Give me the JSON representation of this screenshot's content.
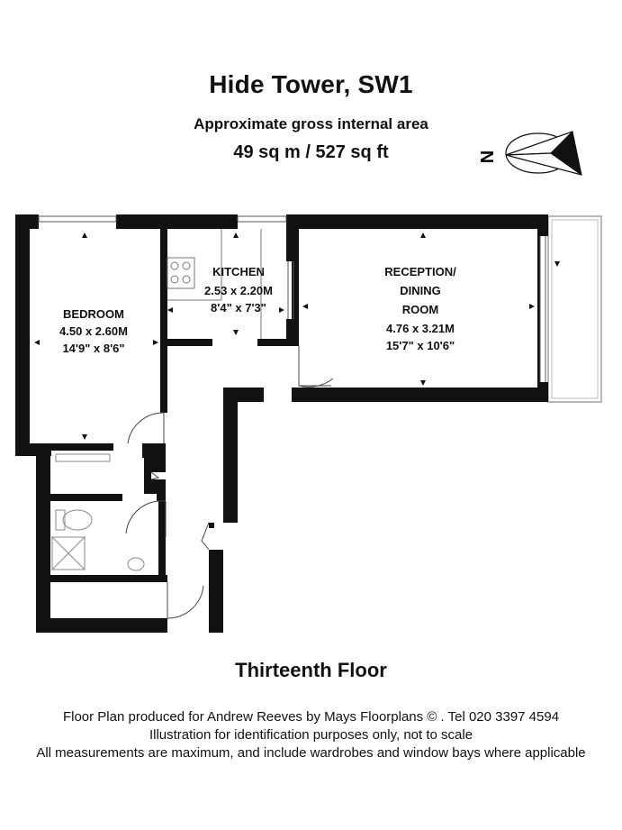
{
  "header": {
    "title": "Hide Tower, SW1",
    "subtitle": "Approximate gross internal area",
    "area": "49 sq m  /  527 sq ft"
  },
  "compass": {
    "label": "N",
    "icon": "north-compass-icon"
  },
  "rooms": {
    "bedroom": {
      "name": "BEDROOM",
      "metric": "4.50 x 2.60M",
      "imperial": "14'9\" x 8'6\""
    },
    "kitchen": {
      "name": "KITCHEN",
      "metric": "2.53 x 2.20M",
      "imperial": "8'4\" x 7'3\""
    },
    "reception": {
      "name_line1": "RECEPTION/",
      "name_line2": "DINING",
      "name_line3": "ROOM",
      "metric": "4.76 x 3.21M",
      "imperial": "15'7\" x 10'6\""
    }
  },
  "floor_name": "Thirteenth Floor",
  "footer": {
    "line1": "Floor Plan produced for Andrew Reeves by Mays Floorplans  © . Tel 020 3397 4594",
    "line2": "Illustration for identification purposes only, not to scale",
    "line3": "All measurements are maximum, and include wardrobes and window bays where applicable"
  }
}
